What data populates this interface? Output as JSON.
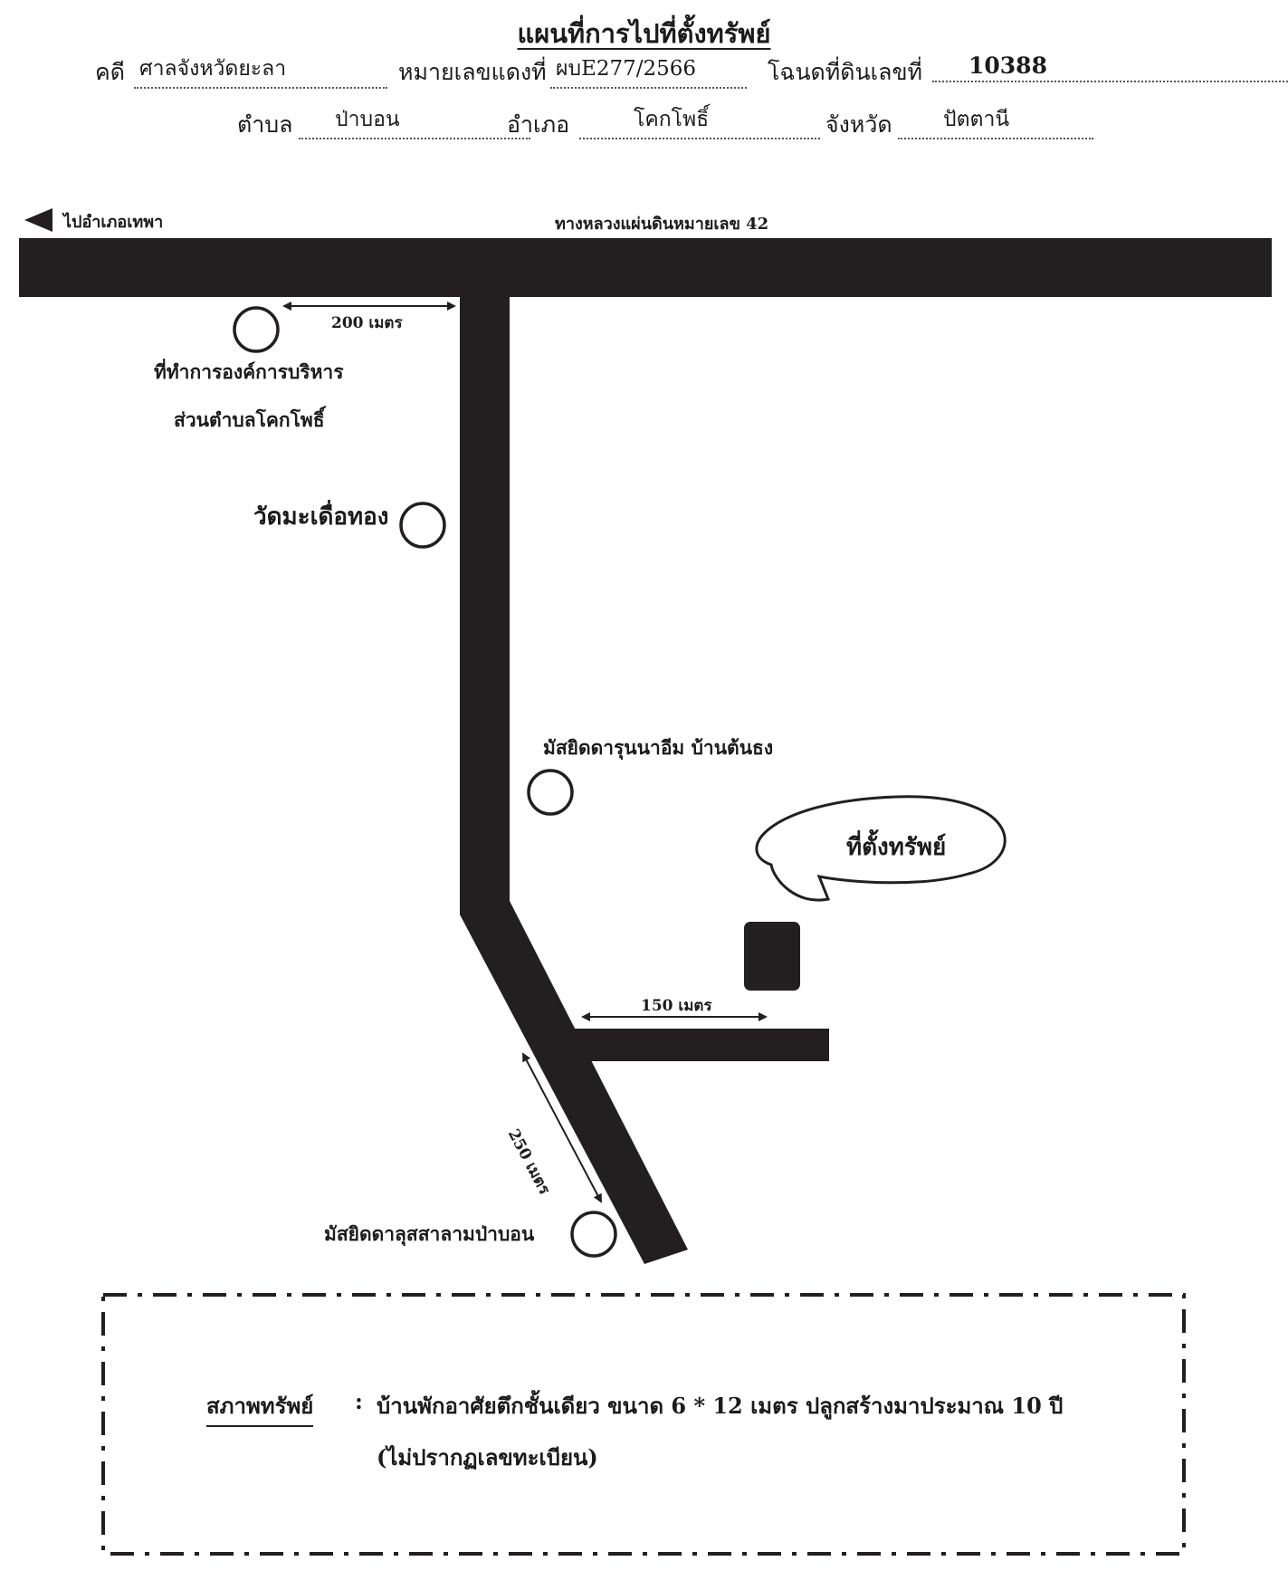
{
  "header": {
    "title": "แผนที่การไปที่ตั้งทรัพย์",
    "case_label": "คดี",
    "case_value": "ศาลจังหวัดยะลา",
    "red_case_label": "หมายเลขแดงที่",
    "red_case_value": "ผบE277/2566",
    "deed_label": "โฉนดที่ดินเลขที่",
    "deed_value": "10388",
    "subdistrict_label": "ตำบล",
    "subdistrict_value": "ป่าบอน",
    "district_label": "อำเภอ",
    "district_value": "โคกโพธิ์",
    "province_label": "จังหวัด",
    "province_value": "ปัตตานี"
  },
  "map": {
    "direction_label": "ไปอำเภอเทพา",
    "highway_label": "ทางหลวงแผ่นดินหมายเลข 42",
    "landmarks": {
      "tao_office_line1": "ที่ทำการองค์การบริหาร",
      "tao_office_line2": "ส่วนตำบลโคกโพธิ์",
      "temple": "วัดมะเดื่อทอง",
      "mosque_north": "มัสยิดดารุนนาอีม บ้านต้นธง",
      "mosque_south": "มัสยิดดาลุสสาลามป่าบอน",
      "property_callout": "ที่ตั้งทรัพย์"
    },
    "distances": {
      "d200": "200 เมตร",
      "d150": "150 เมตร",
      "d250": "250 เมตร"
    },
    "colors": {
      "road": "#231f20",
      "marker": "#231f20"
    }
  },
  "condition": {
    "label": "สภาพทรัพย์",
    "separator": ":",
    "line1": "บ้านพักอาศัยตึกชั้นเดียว  ขนาด 6 * 12 เมตร ปลูกสร้างมาประมาณ 10 ปี",
    "line2": "(ไม่ปรากฏเลขทะเบียน)"
  }
}
